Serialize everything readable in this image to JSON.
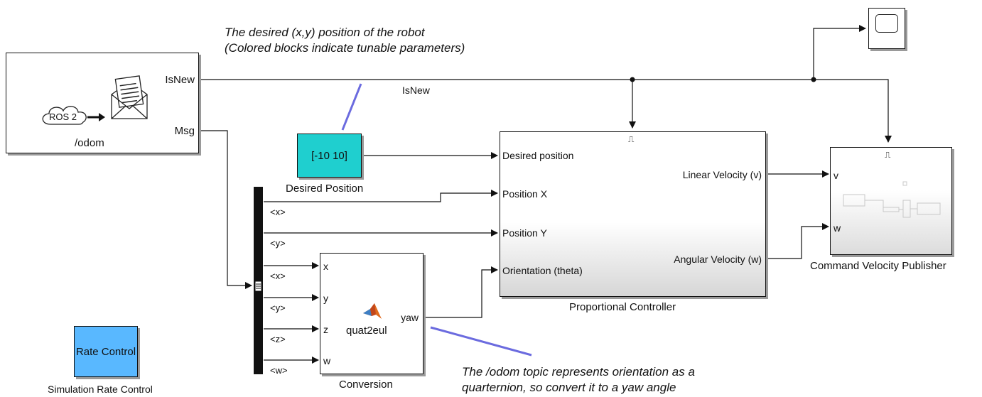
{
  "annotations": {
    "desired_note_line1": "The desired (x,y) position of the robot",
    "desired_note_line2": "(Colored blocks indicate tunable parameters)",
    "odom_note_line1": "The /odom topic represents orientation as a",
    "odom_note_line2": "quarternion, so convert it to a yaw angle"
  },
  "subscriber": {
    "badge": "ROS 2",
    "topic": "/odom",
    "out_isnew": "IsNew",
    "out_msg": "Msg"
  },
  "signals": {
    "isnew_label": "IsNew"
  },
  "desired_position": {
    "value": "[-10 10]",
    "name": "Desired Position",
    "color": "#1fcfcf"
  },
  "bus_selector": {
    "outputs": [
      "<x>",
      "<y>",
      "<x>",
      "<y>",
      "<z>",
      "<w>"
    ]
  },
  "conversion": {
    "inputs": [
      "x",
      "y",
      "z",
      "w"
    ],
    "output": "yaw",
    "function": "quat2eul",
    "name": "Conversion",
    "icon": "matlab-icon"
  },
  "controller": {
    "inputs": [
      "Desired position",
      "Position X",
      "Position Y",
      "Orientation (theta)"
    ],
    "outputs": [
      "Linear Velocity (v)",
      "Angular Velocity (w)"
    ],
    "name": "Proportional Controller",
    "trigger_icon": "⎍"
  },
  "publisher": {
    "inputs": [
      "v",
      "w"
    ],
    "name": "Command Velocity Publisher",
    "trigger_icon": "⎍"
  },
  "rate_control": {
    "label": "Rate Control",
    "name": "Simulation Rate Control",
    "color": "#59b8ff"
  },
  "scope": {
    "icon": "scope-icon"
  },
  "colors": {
    "callout_line": "#6b6bdf",
    "shadow": "#9a9a9a"
  }
}
